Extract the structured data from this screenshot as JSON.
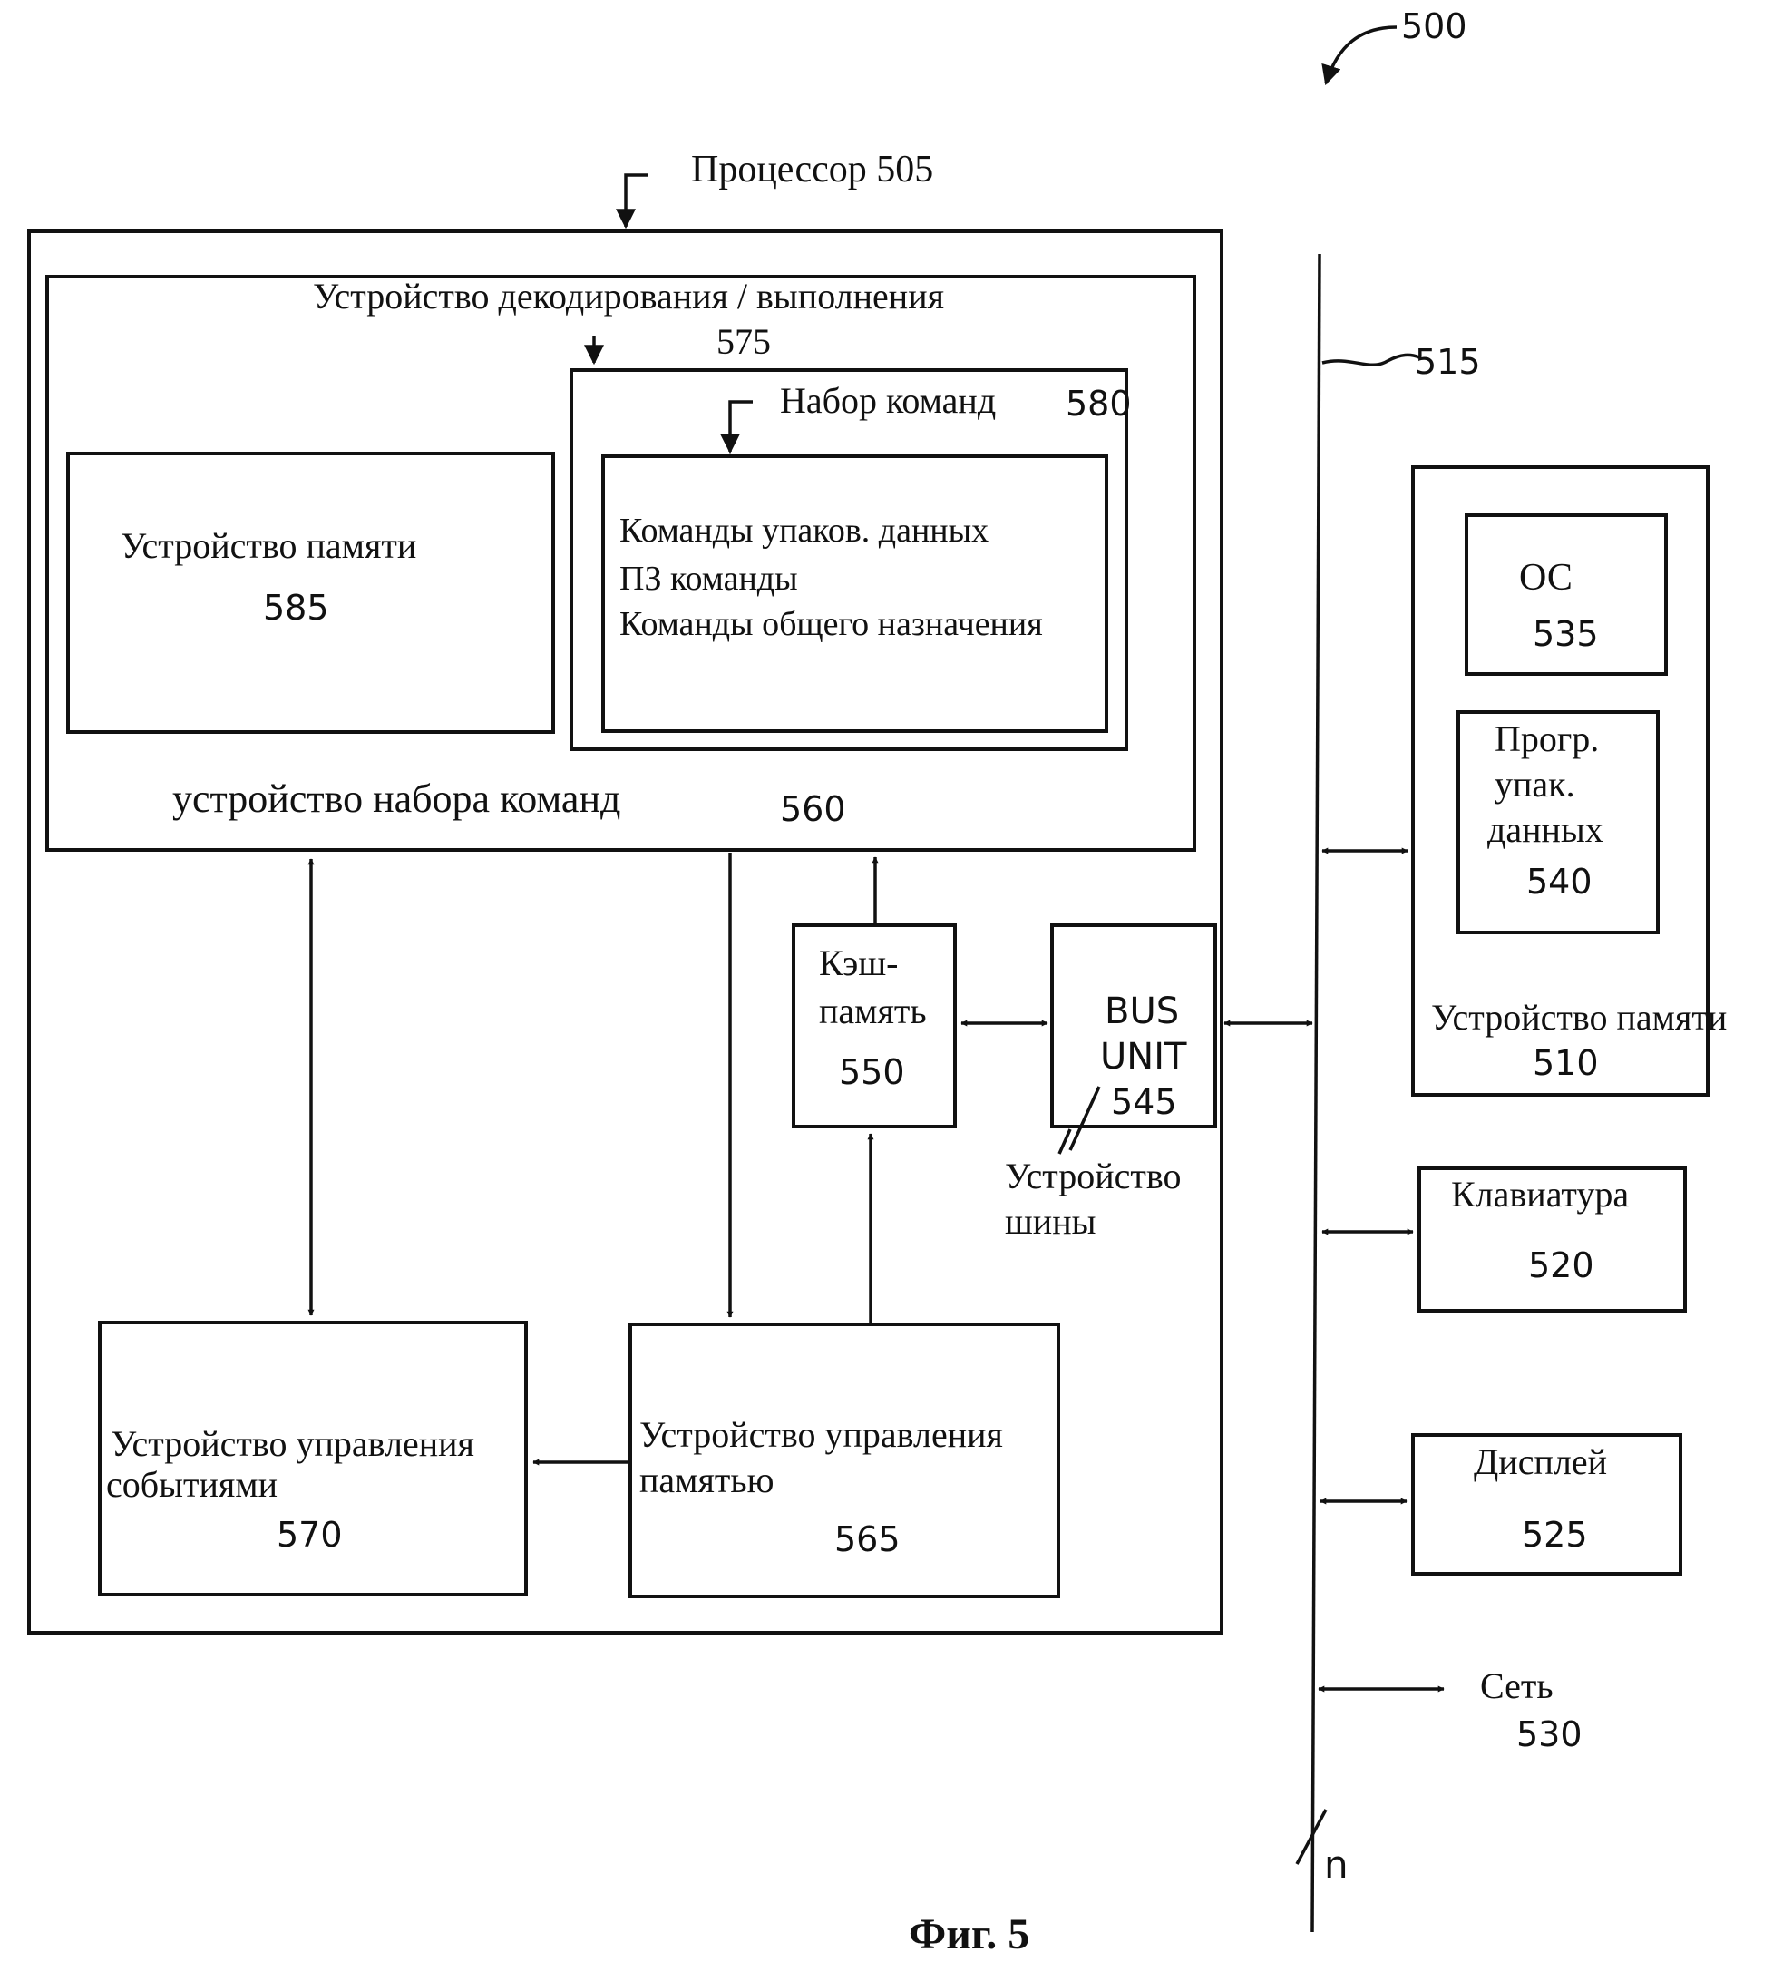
{
  "figure": {
    "system_ref": "500",
    "caption": "Фиг. 5",
    "processor": {
      "label": "Процессор 505"
    },
    "decode_unit": {
      "label": "Устройство декодирования / выполнения",
      "ref": "575"
    },
    "instruction_set": {
      "label": "Набор команд",
      "ref": "580"
    },
    "instructions": {
      "line1": "Команды упаков. данных",
      "line2": "ПЗ команды",
      "line3": "Команды  общего назначения"
    },
    "memory_inner": {
      "label": "Устройство памяти",
      "ref": "585"
    },
    "instruction_set_unit": {
      "label": "устройство набора команд",
      "ref": "560"
    },
    "cache": {
      "line1": "Кэш-",
      "line2": "память",
      "ref": "550"
    },
    "bus_unit": {
      "line1": "BUS",
      "line2": "UNIT",
      "ref": "545",
      "callout1": "Устройство",
      "callout2": "шины"
    },
    "event_ctrl": {
      "line1": "Устройство управления",
      "line2": "событиями",
      "ref": "570"
    },
    "mem_ctrl": {
      "line1": "Устройство управления",
      "line2": "памятью",
      "ref": "565"
    },
    "bus": {
      "ref": "515",
      "n_label": "n"
    },
    "storage": {
      "label": "Устройство памяти",
      "ref": "510"
    },
    "os": {
      "label": "ОС",
      "ref": "535"
    },
    "packed_prog": {
      "line1": "Прогр.",
      "line2": "упак.",
      "line3": "данных",
      "ref": "540"
    },
    "keyboard": {
      "label": "Клавиатура",
      "ref": "520"
    },
    "display": {
      "label": "Дисплей",
      "ref": "525"
    },
    "network": {
      "label": "Сеть",
      "ref": "530"
    }
  }
}
